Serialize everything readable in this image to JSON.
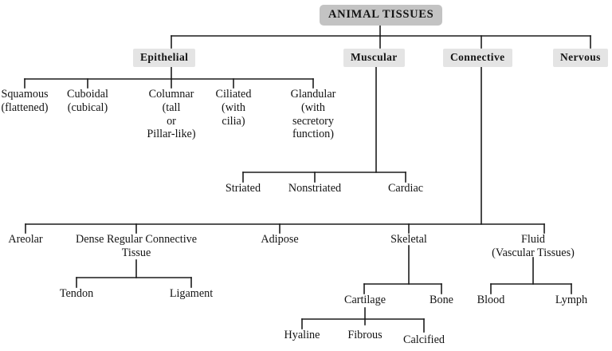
{
  "diagram": {
    "title": "ANIMAL TISSUES",
    "type": "hierarchy-tree",
    "colors": {
      "root_fill": "#c3c3c3",
      "category_fill": "#e4e4e4",
      "line": "#1c1c1c",
      "text": "#141414",
      "background": "#ffffff"
    },
    "root": {
      "label": "ANIMAL TISSUES"
    },
    "categories": [
      {
        "key": "epithelial",
        "label": "Epithelial"
      },
      {
        "key": "muscular",
        "label": "Muscular"
      },
      {
        "key": "connective",
        "label": "Connective"
      },
      {
        "key": "nervous",
        "label": "Nervous"
      }
    ],
    "epithelial_children": [
      {
        "key": "squamous",
        "lines": [
          "Squamous",
          "(flattened)"
        ]
      },
      {
        "key": "cuboidal",
        "lines": [
          "Cuboidal",
          "(cubical)"
        ]
      },
      {
        "key": "columnar",
        "lines": [
          "Columnar",
          "(tall",
          "or",
          "Pillar-like)"
        ]
      },
      {
        "key": "ciliated",
        "lines": [
          "Ciliated",
          "(with",
          "cilia)"
        ]
      },
      {
        "key": "glandular",
        "lines": [
          "Glandular",
          "(with",
          "secretory",
          "function)"
        ]
      }
    ],
    "muscular_children": [
      {
        "key": "striated",
        "lines": [
          "Striated"
        ]
      },
      {
        "key": "nonstriated",
        "lines": [
          "Nonstriated"
        ]
      },
      {
        "key": "cardiac",
        "lines": [
          "Cardiac"
        ]
      }
    ],
    "connective_children": [
      {
        "key": "areolar",
        "lines": [
          "Areolar"
        ]
      },
      {
        "key": "dense-regular-connective-tissue",
        "lines": [
          "Dense Regular Connective",
          "Tissue"
        ]
      },
      {
        "key": "adipose",
        "lines": [
          "Adipose"
        ]
      },
      {
        "key": "skeletal",
        "lines": [
          "Skeletal"
        ]
      },
      {
        "key": "fluid",
        "lines": [
          "Fluid",
          "(Vascular Tissues)"
        ]
      }
    ],
    "dense_regular_children": [
      {
        "key": "tendon",
        "lines": [
          "Tendon"
        ]
      },
      {
        "key": "ligament",
        "lines": [
          "Ligament"
        ]
      }
    ],
    "skeletal_children": [
      {
        "key": "cartilage",
        "lines": [
          "Cartilage"
        ]
      },
      {
        "key": "bone",
        "lines": [
          "Bone"
        ]
      }
    ],
    "fluid_children": [
      {
        "key": "blood",
        "lines": [
          "Blood"
        ]
      },
      {
        "key": "lymph",
        "lines": [
          "Lymph"
        ]
      }
    ],
    "cartilage_children": [
      {
        "key": "hyaline",
        "lines": [
          "Hyaline"
        ]
      },
      {
        "key": "fibrous",
        "lines": [
          "Fibrous"
        ]
      },
      {
        "key": "calcified",
        "lines": [
          "Calcified"
        ]
      }
    ]
  }
}
